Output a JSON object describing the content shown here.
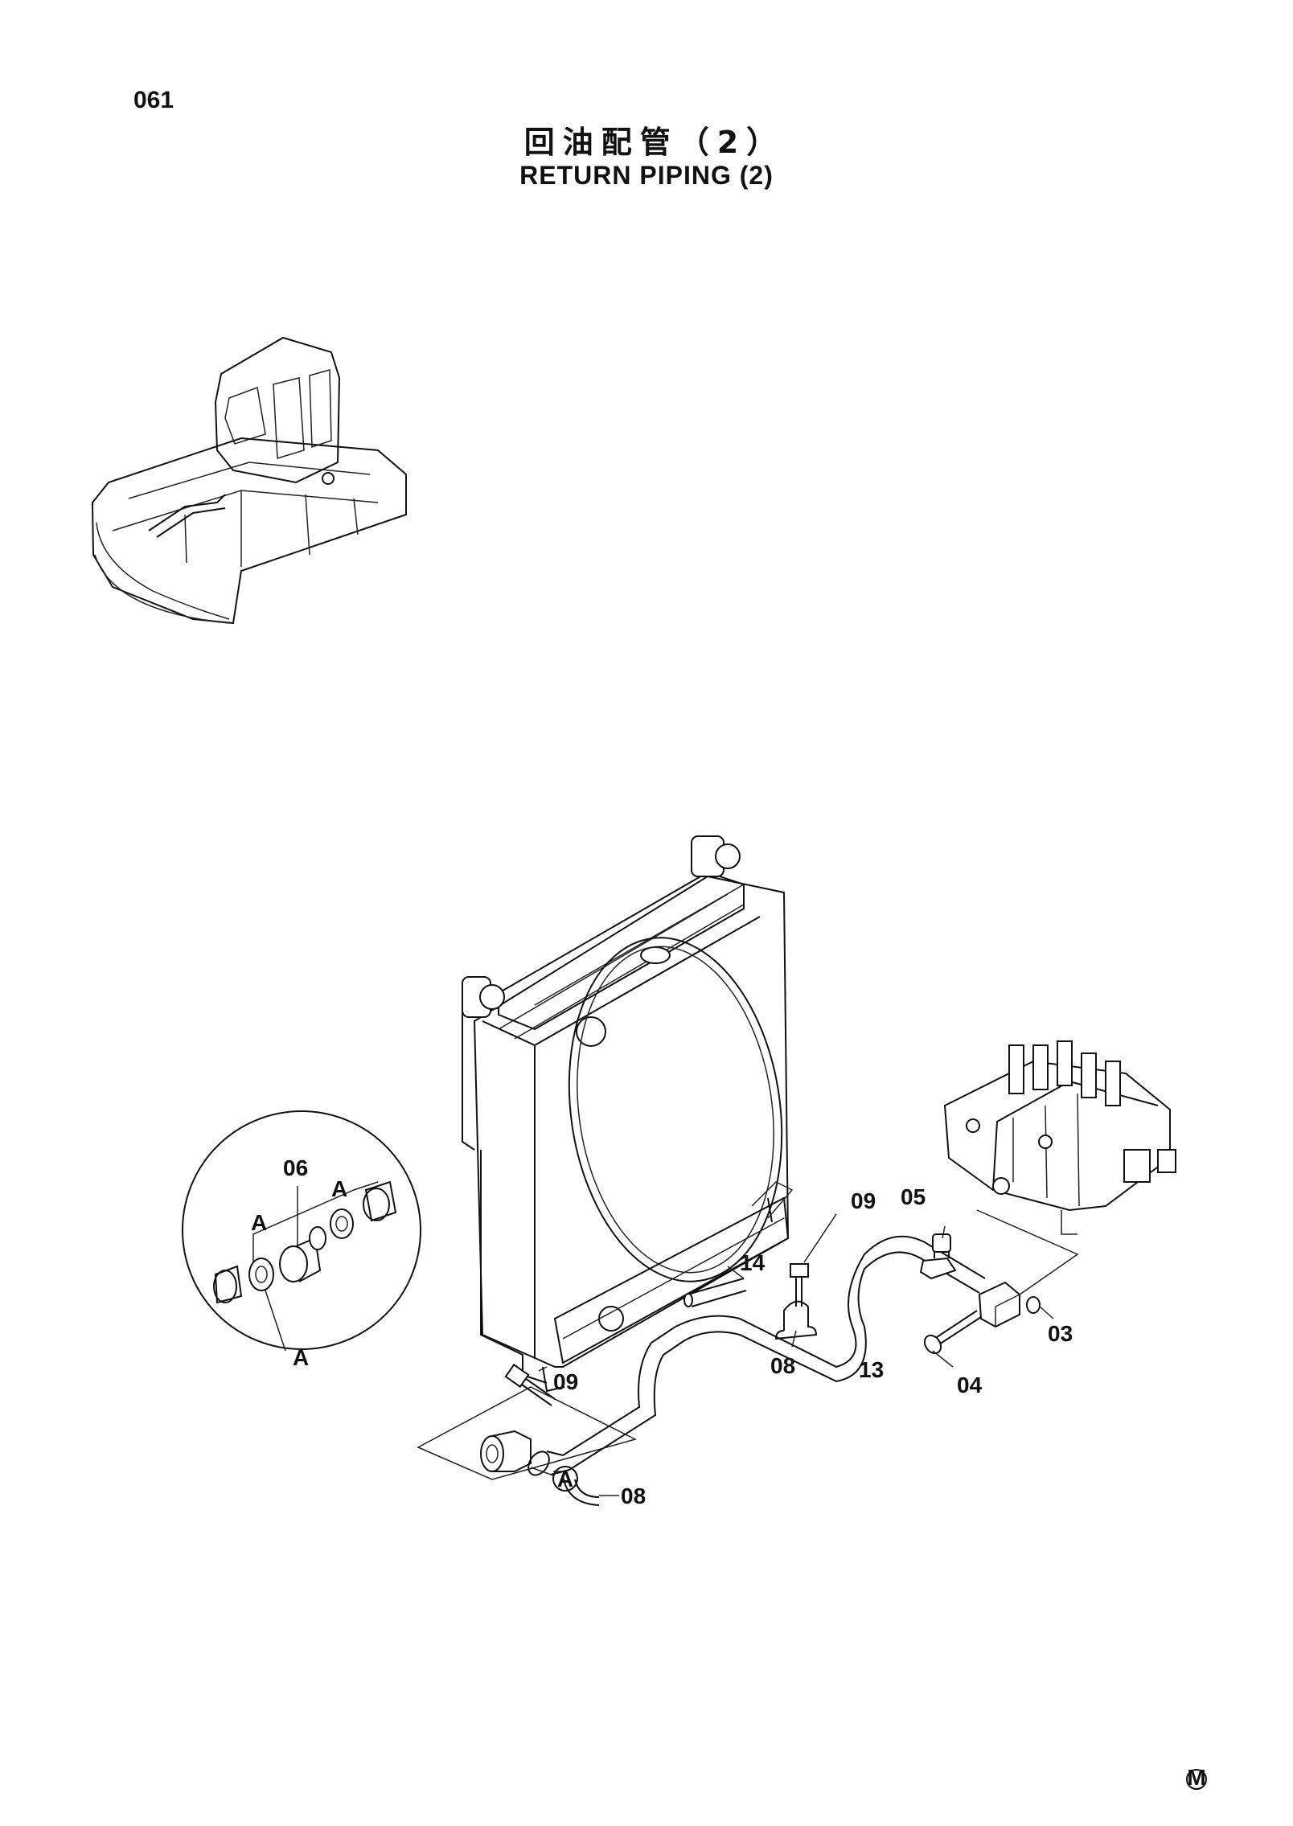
{
  "page": {
    "number": "061",
    "title_cn": "回油配管（2）",
    "title_en": "RETURN PIPING (2)",
    "mark": "M"
  },
  "detail": {
    "title": "A",
    "labels": {
      "part_06": "06",
      "a_left": "A",
      "a_right": "A"
    }
  },
  "callouts": {
    "c09_top": "09",
    "c05": "05",
    "c14": "14",
    "c03": "03",
    "c08_mid": "08",
    "c13": "13",
    "c04": "04",
    "c09_low": "09",
    "c08_low": "08",
    "view_a": "A"
  }
}
